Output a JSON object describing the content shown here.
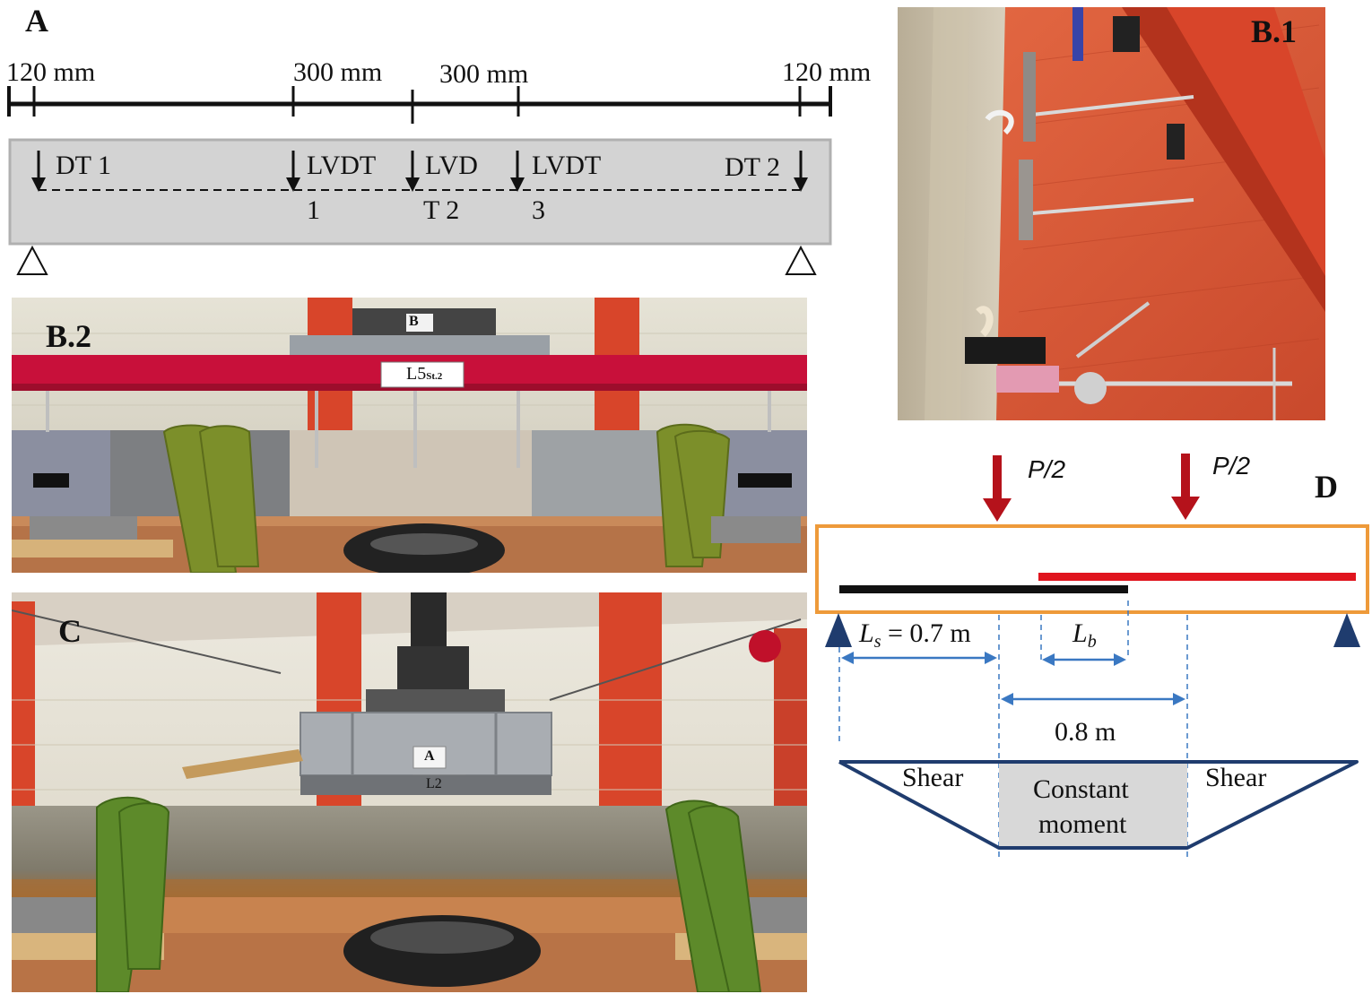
{
  "panels": {
    "a": "A",
    "b1": "B.1",
    "b2": "B.2",
    "c": "C",
    "d": "D"
  },
  "panel_a": {
    "dimensions": [
      "120 mm",
      "300 mm",
      "300 mm",
      "120 mm"
    ],
    "sensors": [
      {
        "line1": "DT 1",
        "line2": ""
      },
      {
        "line1": "LVDT",
        "line2": "1"
      },
      {
        "line1": "LVD",
        "line2": "T 2"
      },
      {
        "line1": "LVDT",
        "line2": "3"
      },
      {
        "line1": "DT 2",
        "line2": ""
      }
    ]
  },
  "photos": {
    "b2_plate_top": "B",
    "b2_plate_label": "L5",
    "b2_plate_label_sub": "St.2",
    "c_plate_top": "A",
    "c_plate_label": "L2"
  },
  "panel_d": {
    "load_left": "P/2",
    "load_right": "P/2",
    "ls_symbol": "L",
    "ls_sub": "s",
    "ls_value": " = 0.7 m",
    "lb_symbol": "L",
    "lb_sub": "b",
    "constant_span": "0.8 m",
    "shear_left": "Shear",
    "shear_right": "Shear",
    "constant_line1": "Constant",
    "constant_line2": "moment"
  },
  "colors": {
    "beam_grey": "#d3d3d3",
    "beam_outline_orange": "#ee9a3a",
    "load_arrow_red": "#b5121b",
    "bar_red": "#e0141e",
    "dimension_blue": "#3a78c2",
    "support_blue": "#1f3c6e",
    "frame_red": "#d8452a"
  }
}
